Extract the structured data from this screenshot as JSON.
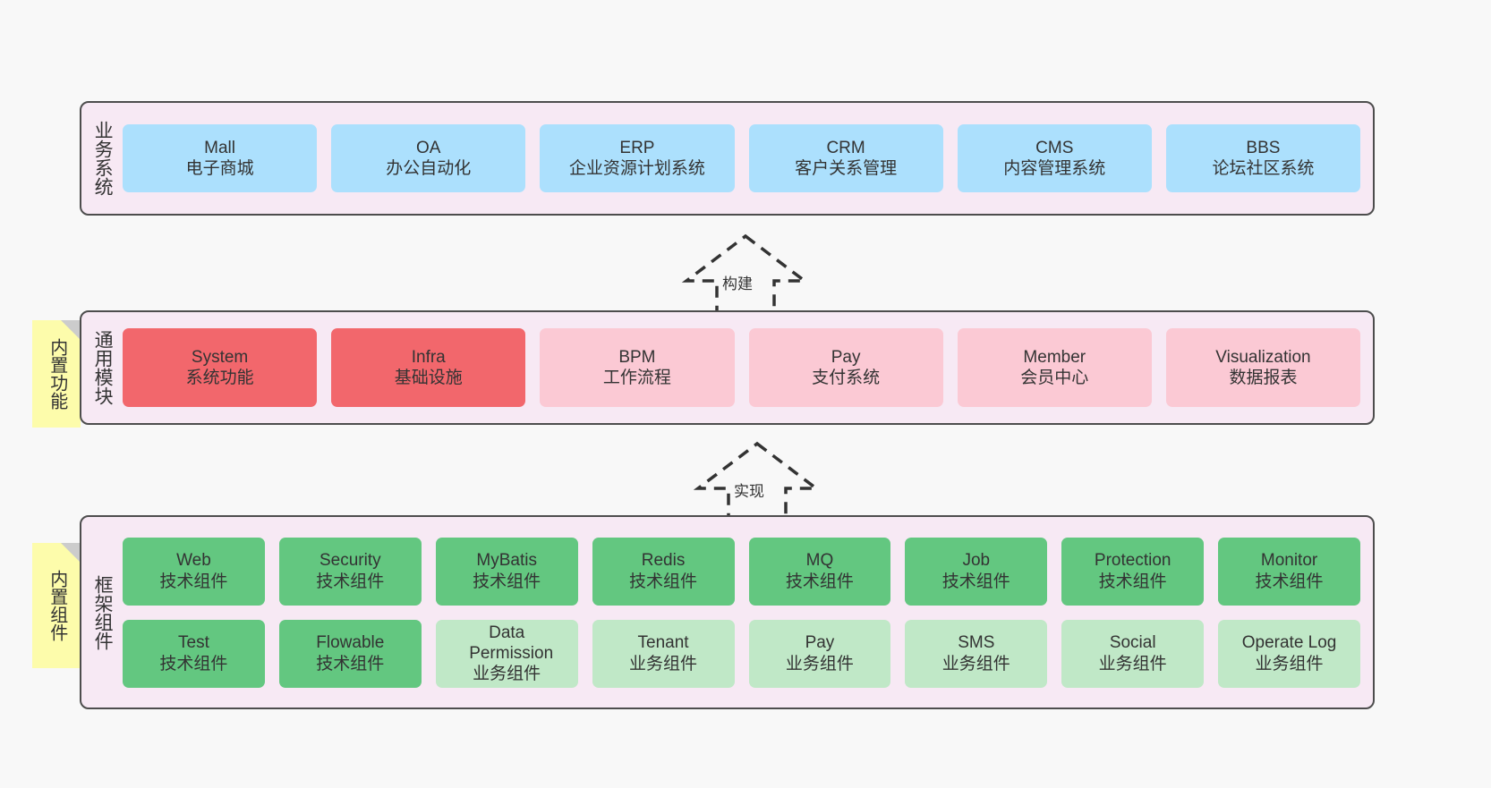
{
  "diagram": {
    "background_color": "#f8f8f8",
    "panel_background": "#f7e9f4",
    "panel_border": "#4d4d4d",
    "note_color": "#fdfcab",
    "colors": {
      "blue": "#ace0fd",
      "red": "#f2676c",
      "pink": "#fbc9d4",
      "green": "#63c780",
      "light_green": "#c0e8c7"
    }
  },
  "layers": {
    "business": {
      "title": "业务系统",
      "cards": [
        {
          "en": "Mall",
          "cn": "电子商城"
        },
        {
          "en": "OA",
          "cn": "办公自动化"
        },
        {
          "en": "ERP",
          "cn": "企业资源计划系统"
        },
        {
          "en": "CRM",
          "cn": "客户关系管理"
        },
        {
          "en": "CMS",
          "cn": "内容管理系统"
        },
        {
          "en": "BBS",
          "cn": "论坛社区系统"
        }
      ]
    },
    "common": {
      "title": "通用模块",
      "note": "内置功能",
      "cards": [
        {
          "en": "System",
          "cn": "系统功能",
          "tone": "red"
        },
        {
          "en": "Infra",
          "cn": "基础设施",
          "tone": "red"
        },
        {
          "en": "BPM",
          "cn": "工作流程",
          "tone": "pink"
        },
        {
          "en": "Pay",
          "cn": "支付系统",
          "tone": "pink"
        },
        {
          "en": "Member",
          "cn": "会员中心",
          "tone": "pink"
        },
        {
          "en": "Visualization",
          "cn": "数据报表",
          "tone": "pink"
        }
      ]
    },
    "framework": {
      "title": "框架组件",
      "note": "内置组件",
      "row1": [
        {
          "en": "Web",
          "cn": "技术组件",
          "tone": "green"
        },
        {
          "en": "Security",
          "cn": "技术组件",
          "tone": "green"
        },
        {
          "en": "MyBatis",
          "cn": "技术组件",
          "tone": "green"
        },
        {
          "en": "Redis",
          "cn": "技术组件",
          "tone": "green"
        },
        {
          "en": "MQ",
          "cn": "技术组件",
          "tone": "green"
        },
        {
          "en": "Job",
          "cn": "技术组件",
          "tone": "green"
        },
        {
          "en": "Protection",
          "cn": "技术组件",
          "tone": "green"
        },
        {
          "en": "Monitor",
          "cn": "技术组件",
          "tone": "green"
        }
      ],
      "row2": [
        {
          "en": "Test",
          "cn": "技术组件",
          "tone": "green"
        },
        {
          "en": "Flowable",
          "cn": "技术组件",
          "tone": "green"
        },
        {
          "en": "Data Permission",
          "cn": "业务组件",
          "tone": "light_green"
        },
        {
          "en": "Tenant",
          "cn": "业务组件",
          "tone": "light_green"
        },
        {
          "en": "Pay",
          "cn": "业务组件",
          "tone": "light_green"
        },
        {
          "en": "SMS",
          "cn": "业务组件",
          "tone": "light_green"
        },
        {
          "en": "Social",
          "cn": "业务组件",
          "tone": "light_green"
        },
        {
          "en": "Operate Log",
          "cn": "业务组件",
          "tone": "light_green"
        }
      ]
    }
  },
  "connectors": [
    {
      "label": "构建"
    },
    {
      "label": "实现"
    }
  ]
}
